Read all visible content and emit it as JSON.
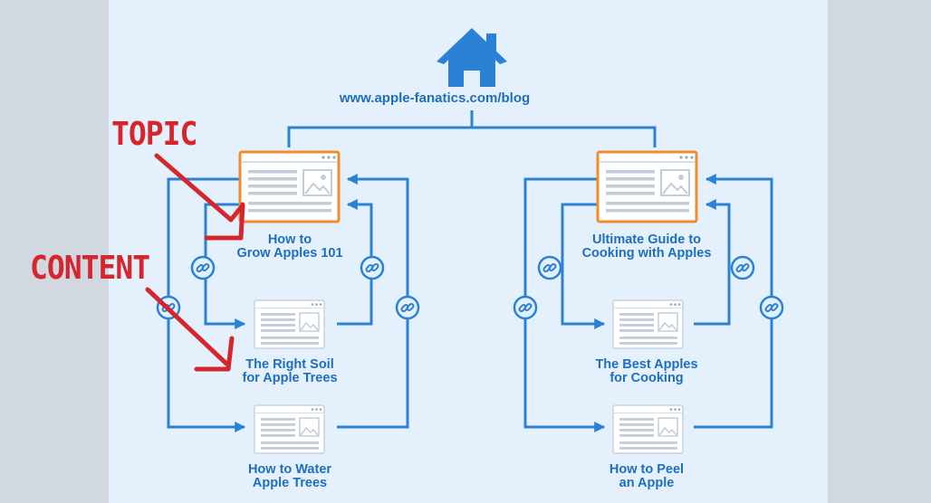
{
  "site_url": "www.apple-fanatics.com/blog",
  "annotations": {
    "topic": "TOPIC",
    "content": "CONTENT"
  },
  "clusters": [
    {
      "topic": {
        "line1": "How to",
        "line2": "Grow Apples 101"
      },
      "content": [
        {
          "line1": "The Right Soil",
          "line2": "for Apple Trees"
        },
        {
          "line1": "How to Water",
          "line2": "Apple Trees"
        }
      ]
    },
    {
      "topic": {
        "line1": "Ultimate Guide to",
        "line2": "Cooking with Apples"
      },
      "content": [
        {
          "line1": "The Best Apples",
          "line2": "for Cooking"
        },
        {
          "line1": "How to Peel",
          "line2": "an Apple"
        }
      ]
    }
  ],
  "colors": {
    "link_blue": "#2b82d4",
    "topic_border": "#f08c2b",
    "annotation_red": "#d6262d",
    "panel_bg": "#e4f1fd",
    "side_bg": "#d1d8e0"
  },
  "icons": {
    "home": "house-icon",
    "link": "chain-link-icon",
    "page": "webpage-thumbnail-icon"
  }
}
